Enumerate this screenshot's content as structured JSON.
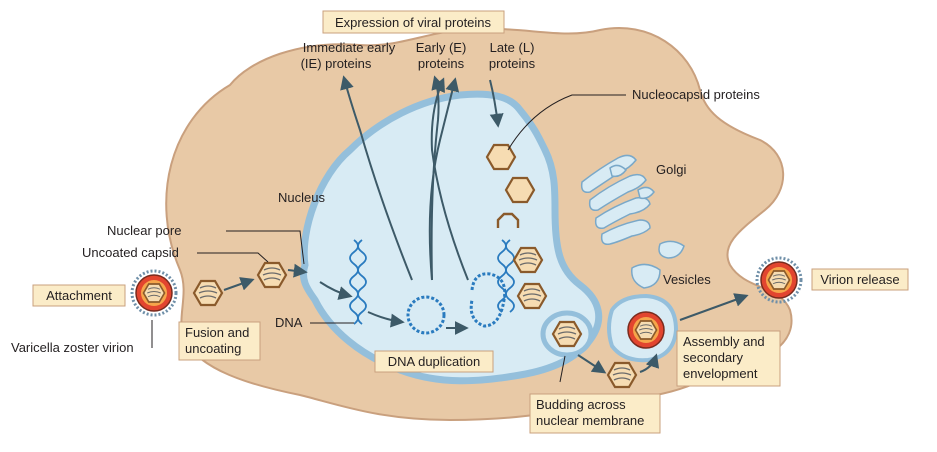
{
  "colors": {
    "cell": "#e8c9a6",
    "cell_stroke": "#c9a07e",
    "nucleus": "#d8ebf4",
    "nucleus_stroke": "#94bfdb",
    "dna": "#2a7bbf",
    "arrow": "#3d5a68",
    "capsid_fill": "#f6dcb2",
    "capsid_stroke": "#8a5a2b",
    "label_box": "#fbecc8",
    "envelope": "#e2452f",
    "spike": "#6f8fa8"
  },
  "icons": [
    "virion-icon",
    "capsid-icon",
    "golgi-icon",
    "vesicle-icon",
    "dna-helix-icon"
  ],
  "labels": {
    "expression": "Expression of viral proteins",
    "ie_line1": "Immediate early",
    "ie_line2": "(IE) proteins",
    "early_line1": "Early (E)",
    "early_line2": "proteins",
    "late_line1": "Late (L)",
    "late_line2": "proteins",
    "nucleocapsid": "Nucleocapsid proteins",
    "golgi": "Golgi",
    "nucleus": "Nucleus",
    "nuclear_pore": "Nuclear pore",
    "uncoated_capsid": "Uncoated capsid",
    "attachment": "Attachment",
    "vzv_virion": "Varicella zoster virion",
    "fusion_line1": "Fusion and",
    "fusion_line2": "uncoating",
    "dna": "DNA",
    "dna_duplication": "DNA duplication",
    "vesicles": "Vesicles",
    "virion_release": "Virion release",
    "assembly_line1": "Assembly and",
    "assembly_line2": "secondary",
    "assembly_line3": "envelopment",
    "budding_line1": "Budding across",
    "budding_line2": "nuclear membrane"
  }
}
